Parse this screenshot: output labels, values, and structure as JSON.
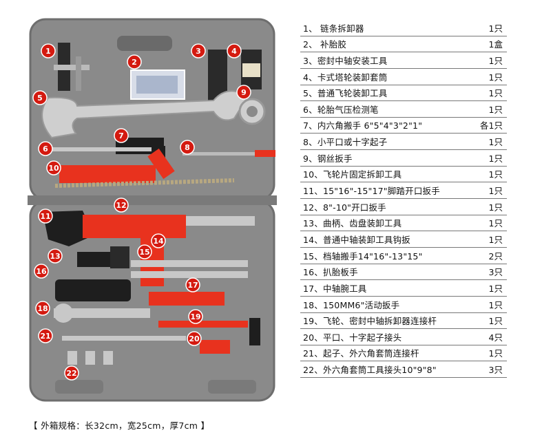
{
  "items": [
    {
      "label": "1、 链条拆卸器",
      "qty": "1只"
    },
    {
      "label": "2、 补胎胶",
      "qty": "1盒"
    },
    {
      "label": "3、密封中轴安装工具",
      "qty": "1只"
    },
    {
      "label": "4、卡式塔轮装卸套筒",
      "qty": "1只"
    },
    {
      "label": "5、普通飞轮装卸工具",
      "qty": "1只"
    },
    {
      "label": "6、轮胎气压检测笔",
      "qty": "1只"
    },
    {
      "label": "7、内六角搬手 6\"5\"4\"3\"2\"1\"",
      "qty": "各1只"
    },
    {
      "label": "8、小平口或十字起子",
      "qty": "1只"
    },
    {
      "label": "9、钢丝扳手",
      "qty": "1只"
    },
    {
      "label": "10、飞轮片固定拆卸工具",
      "qty": "1只"
    },
    {
      "label": "11、15\"16\"-15\"17\"脚踏开口扳手",
      "qty": "1只"
    },
    {
      "label": "12、8\"-10\"开口扳手",
      "qty": "1只"
    },
    {
      "label": "13、曲柄、齿盘装卸工具",
      "qty": "1只"
    },
    {
      "label": "14、普通中轴装卸工具钩扳",
      "qty": "1只"
    },
    {
      "label": "15、档轴搬手14\"16\"-13\"15\"",
      "qty": "2只"
    },
    {
      "label": "16、扒胎板手",
      "qty": "3只"
    },
    {
      "label": "17、中轴腕工具",
      "qty": "1只"
    },
    {
      "label": "18、150MM6\"活动扳手",
      "qty": "1只"
    },
    {
      "label": "19、飞轮、密封中轴拆卸器连接杆",
      "qty": "1只"
    },
    {
      "label": "20、平口、十字起子接头",
      "qty": "4只"
    },
    {
      "label": "21、起子、外六角套筒连接杆",
      "qty": "1只"
    },
    {
      "label": "22、外六角套筒工具接头10\"9\"8\"",
      "qty": "3只"
    }
  ],
  "footer": "【 外箱规格：长32cm，宽25cm，厚7cm 】",
  "badges": [
    "1",
    "2",
    "3",
    "4",
    "5",
    "6",
    "7",
    "8",
    "9",
    "10",
    "11",
    "12",
    "13",
    "14",
    "15",
    "16",
    "17",
    "18",
    "19",
    "20",
    "21",
    "22"
  ],
  "colors": {
    "badge": "#d41a10",
    "case": "#8e8e8e",
    "tool_red": "#e8321e",
    "tool_metal": "#c9c9c9",
    "tool_dark": "#222222"
  }
}
